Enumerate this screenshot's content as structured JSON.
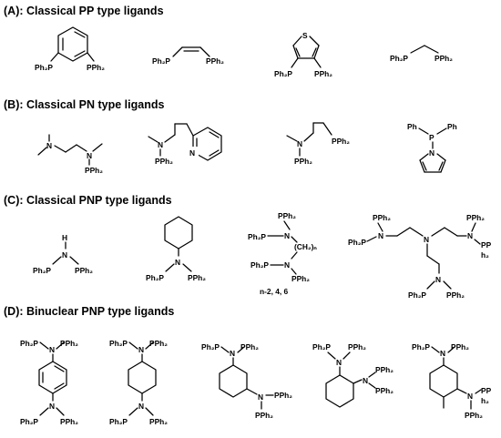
{
  "sections": [
    {
      "heading": "(A): Classical PP type ligands",
      "molecules": [
        {
          "id": "a1",
          "labels": {
            "p1": "Ph₂P",
            "p2": "PPh₂"
          }
        },
        {
          "id": "a2",
          "labels": {
            "p1": "Ph₂P",
            "p2": "PPh₂"
          }
        },
        {
          "id": "a3",
          "labels": {
            "s": "S",
            "p1": "Ph₂P",
            "p2": "PPh₂"
          }
        },
        {
          "id": "a4",
          "labels": {
            "p1": "Ph₂P",
            "p2": "PPh₂"
          }
        }
      ]
    },
    {
      "heading": "(B): Classical PN type ligands",
      "molecules": [
        {
          "id": "b1",
          "labels": {
            "n1": "N",
            "n2": "N",
            "p": "PPh₂"
          }
        },
        {
          "id": "b2",
          "labels": {
            "n": "N",
            "p": "PPh₂",
            "npy": "N"
          }
        },
        {
          "id": "b3",
          "labels": {
            "n": "N",
            "p1": "PPh₂",
            "p2": "PPh₂"
          }
        },
        {
          "id": "b4",
          "labels": {
            "ph1": "Ph",
            "p": "P",
            "ph2": "Ph",
            "n": "N"
          }
        }
      ]
    },
    {
      "heading": "(C): Classical PNP type ligands",
      "molecules": [
        {
          "id": "c1",
          "labels": {
            "h": "H",
            "n": "N",
            "p1": "Ph₂P",
            "p2": "PPh₂"
          }
        },
        {
          "id": "c2",
          "labels": {
            "n": "N",
            "p1": "Ph₂P",
            "p2": "PPh₂"
          }
        },
        {
          "id": "c3",
          "labels": {
            "pt": "PPh₂",
            "pl": "Ph₂P",
            "nt": "N",
            "ch": "(CH₂)ₙ",
            "pl2": "Ph₂P",
            "nb": "N",
            "pb": "PPh₂",
            "note": "n-2, 4, 6"
          }
        },
        {
          "id": "c4",
          "labels": {
            "p1": "PPh₂",
            "pl": "Ph₂P",
            "n1": "N",
            "p2": "PPh₂",
            "n3": "N",
            "pp": "PP",
            "h2": "h₂",
            "nc": "N",
            "nb": "N",
            "pbl": "Ph₂P",
            "pbr": "PPh₂"
          }
        }
      ]
    },
    {
      "heading": "(D): Binuclear PNP type ligands",
      "molecules": [
        {
          "id": "d1",
          "labels": {
            "tp1": "Ph₂P",
            "tn": "N",
            "tp2": "PPh₂",
            "bp1": "Ph₂P",
            "bn": "N",
            "bp2": "PPh₂"
          }
        },
        {
          "id": "d2",
          "labels": {
            "tp1": "Ph₂P",
            "tn": "N",
            "tp2": "PPh₂",
            "bp1": "Ph₂P",
            "bn": "N",
            "bp2": "PPh₂"
          }
        },
        {
          "id": "d3",
          "labels": {
            "tp1": "Ph₂P",
            "tn": "N",
            "tp2": "PPh₂",
            "n2": "N",
            "p3": "PPh₂",
            "p4": "PPh₂"
          }
        },
        {
          "id": "d4",
          "labels": {
            "tp1": "Ph₂P",
            "tp2": "PPh₂",
            "tn": "N",
            "n2": "N",
            "p3": "PPh₂",
            "p4": "PPh₂"
          }
        },
        {
          "id": "d5",
          "labels": {
            "tp1": "Ph₂P",
            "tn": "N",
            "tp2": "PPh₂",
            "n2": "N",
            "pp": "PP",
            "h2": "h₂",
            "p4": "PPh₂"
          }
        }
      ]
    }
  ]
}
